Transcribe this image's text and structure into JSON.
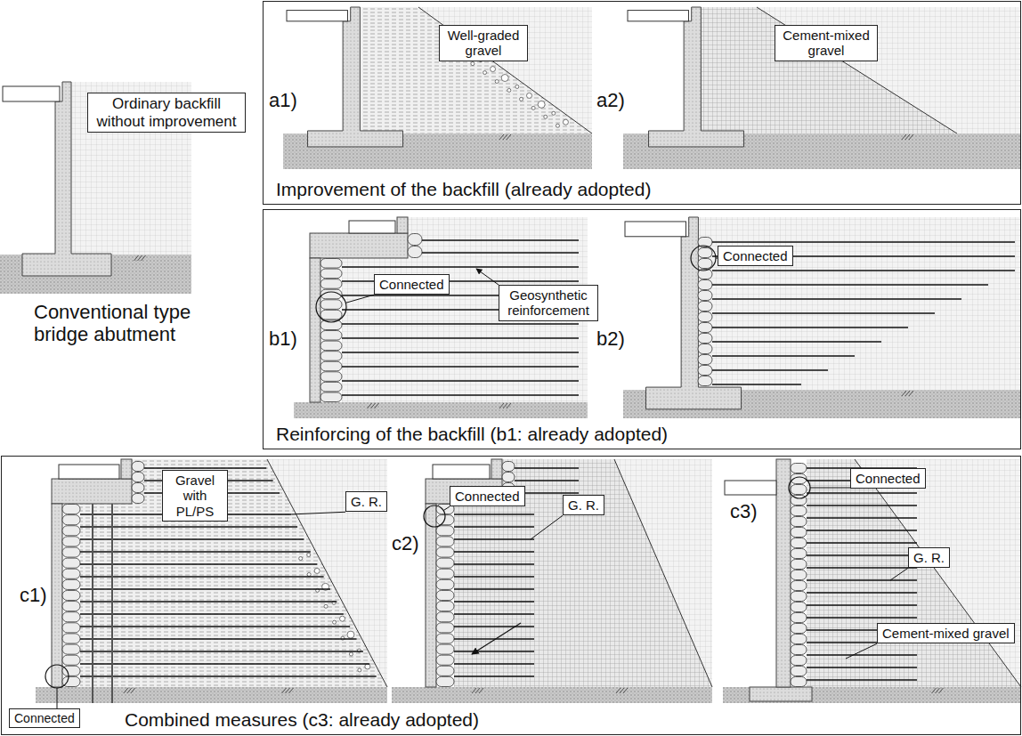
{
  "diagram": {
    "nodes": [
      {
        "text": [
          "Ordinary backfill without improvement"
        ]
      },
      {
        "text": [
          "Improvement of the backfill (already adopted)"
        ]
      },
      {
        "text": [
          "Well-graded gravel"
        ],
        "in": 1
      },
      {
        "text": [
          "Cement-mixed gravel"
        ],
        "in": 1
      },
      {
        "text": [
          "Reinforcing of the backfill (b1: already adopted)"
        ]
      },
      {
        "text": [
          "Connected"
        ],
        "in": 4
      },
      {
        "text": [
          "Geosynthetic reinforcement"
        ],
        "in": 4
      },
      {
        "text": [
          "Connected"
        ],
        "in": 4
      },
      {
        "text": [
          "Combined measures (c3: already adopted)"
        ]
      },
      {
        "text": [
          "Gravel with PL/PS"
        ],
        "in": 8
      },
      {
        "text": [
          "G. R."
        ],
        "in": 8
      },
      {
        "text": [
          "Connected"
        ],
        "in": 8
      },
      {
        "text": [
          "Connected"
        ],
        "in": 8
      },
      {
        "text": [
          "G. R."
        ],
        "in": 8
      },
      {
        "text": [
          "Connected"
        ],
        "in": 8
      },
      {
        "text": [
          "G. R."
        ],
        "in": 8
      },
      {
        "text": [
          "Cement-mixed gravel"
        ],
        "in": 8
      }
    ],
    "labels": [
      "Conventional type bridge abutment",
      "a1)",
      "a2)",
      "b1)",
      "b2)",
      "c1)",
      "c2)",
      "c3)"
    ]
  }
}
